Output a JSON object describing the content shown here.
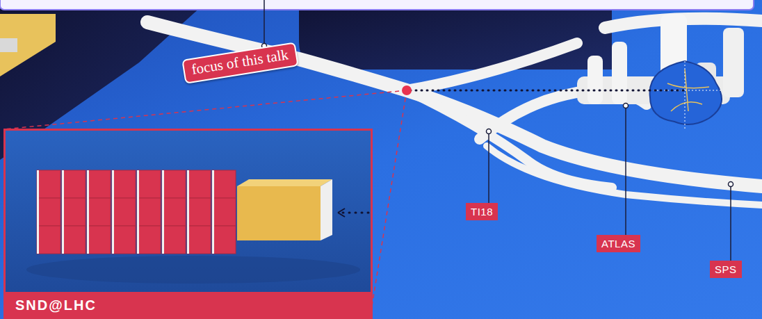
{
  "diagram": {
    "nodes": [
      {
        "text": [
          "SND@LHC"
        ]
      }
    ],
    "labels": [
      "focus of this talk",
      "TI18",
      "ATLAS",
      "SPS"
    ]
  }
}
